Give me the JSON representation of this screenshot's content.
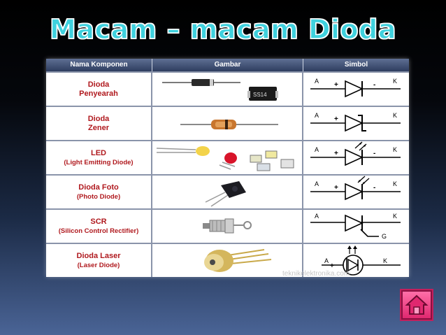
{
  "title": "Macam – macam Dioda",
  "table": {
    "headers": [
      "Nama Komponen",
      "Gambar",
      "Simbol"
    ],
    "rows": [
      {
        "name": "Dioda",
        "name2": "Penyearah",
        "chip_text": "SS14"
      },
      {
        "name": "Dioda",
        "name2": "Zener"
      },
      {
        "name": "LED",
        "name2": "(Light Emitting Diode)"
      },
      {
        "name": "Dioda Foto",
        "name2": "(Photo Diode)"
      },
      {
        "name": "SCR",
        "name2": "(Silicon Control Rectifier)"
      },
      {
        "name": "Dioda Laser",
        "name2": "(Laser Diode)"
      }
    ],
    "symbol_labels": {
      "anode": "A",
      "cathode": "K",
      "plus": "+",
      "minus": "-",
      "gate": "G"
    }
  },
  "watermark": "teknikelektronika.com",
  "home_button": {
    "icon": "home-icon"
  },
  "colors": {
    "title": "#3fd1de",
    "name_text": "#b0191e",
    "header_bg": "#3e4e72",
    "button": "#ff4f91"
  }
}
